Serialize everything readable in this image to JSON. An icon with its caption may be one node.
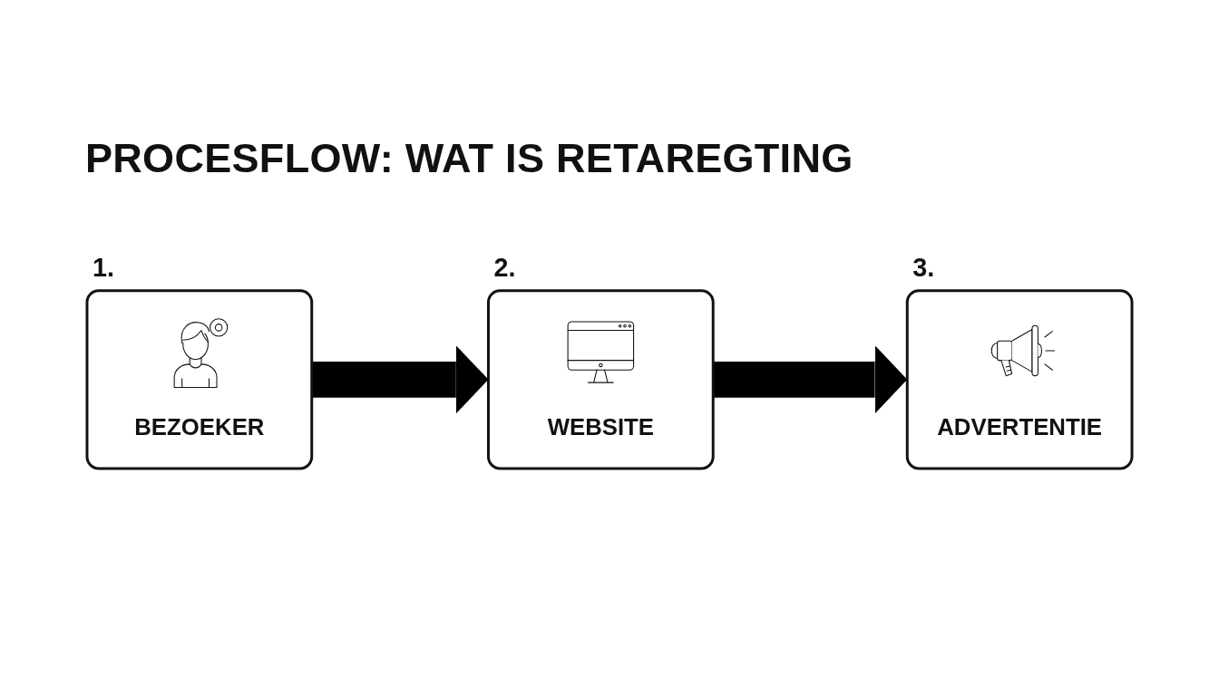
{
  "diagram": {
    "title": "PROCESFLOW: WAT IS RETAREGTING",
    "nodes": [
      {
        "text": [
          "BEZOEKER"
        ],
        "beside": [
          "1."
        ]
      },
      {
        "text": [
          "WEBSITE"
        ],
        "beside": [
          "2."
        ]
      },
      {
        "text": [
          "ADVERTENTIE"
        ],
        "beside": [
          "3."
        ]
      }
    ],
    "edges": [
      {
        "from": 0,
        "to": 1,
        "arrow": "to"
      },
      {
        "from": 1,
        "to": 2,
        "arrow": "to"
      }
    ]
  }
}
